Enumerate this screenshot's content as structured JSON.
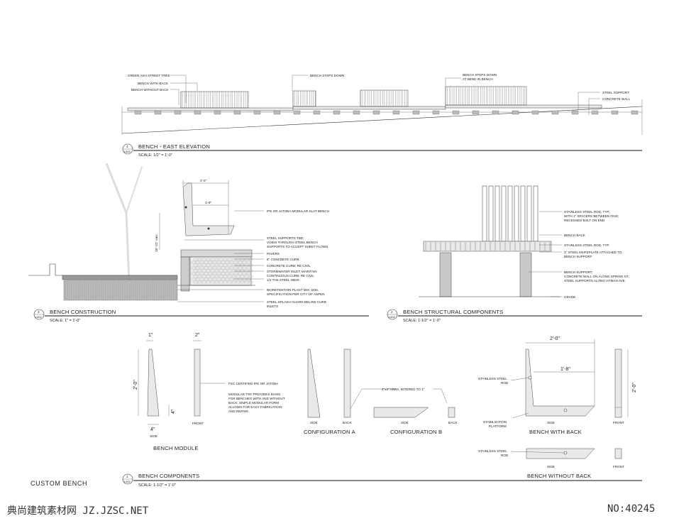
{
  "sheet": {
    "project_title": "CUSTOM BENCH"
  },
  "elevation": {
    "title": "BENCH - EAST ELEVATION",
    "scale": "SCALE: 1/2\" = 1'-0\"",
    "tag_top": "4",
    "tag_bottom": "L602",
    "notes": {
      "street_tree": "GREEN ASH STREET TREE",
      "bench_back": "BENCH WITH BACK",
      "bench_no_back": "BENCH WITHOUT BACK",
      "steps_down": "BENCH STEPS DOWN",
      "steps_bend_1": "BENCH STEPS DOWN",
      "steps_bend_2": "AT BEND IN BENCH",
      "steel_support": "STEEL SUPPORT",
      "concrete_wall": "CONCRETE WALL"
    }
  },
  "construction": {
    "title": "BENCH CONSTRUCTION",
    "scale": "SCALE: 1\" = 1'-0\"",
    "tag_top": "3",
    "tag_bottom": "L602",
    "dim_width": "2'-0\"",
    "dim_seat": "1'-8\"",
    "dim_height": "18\"-22\" vari.",
    "notes": {
      "ipe": "IPE OR JATOBA MODULAR SLAT BENCH",
      "supports_1": "STEEL SUPPORTS TBD;",
      "supports_2": "VOIDS THROUGH STEEL BENCH",
      "supports_3": "SUPPORTS TO ACCEPT SHEET FLOWS",
      "pavers": "PAVERS",
      "curb": "6\" CONCRETE CURB",
      "curb_civil": "CONCRETE CURB; RE CIVIL",
      "inlet_1": "STORMWATER INLET; MAINTAIN",
      "inlet_2": "CONTINUOUS CURB; RE CIVIL",
      "weir": "1/2 THK STEEL WEIR",
      "bio_1": "BIORETENTION PLANT MIX; SOIL",
      "bio_2": "SPECIFICATION PER CITY OF ASPEN",
      "splash_1": "STEEL SPLASH GUARD BELOW CURB",
      "splash_2": "INLETS"
    }
  },
  "structural": {
    "title": "BENCH STRUCTURAL COMPONENTS",
    "scale": "SCALE: 1-1/2\" = 1'-0\"",
    "tag_top": "2",
    "tag_bottom": "L602",
    "notes": {
      "rod_1": "STAINLESS STEEL ROD, TYP.;",
      "rod_2": "WITH 1\" SPACERS BETWEEN FINS;",
      "rod_3": "RECESSED BOLT  ON END",
      "back": "BENCH BACK",
      "rod_typ": "STAINLESS STEEL ROD, TYP.",
      "knife_1": "1\" STEEL KNIFEPLATE ATTACHED TO",
      "knife_2": "BENCH SUPPORT",
      "support_1": "BENCH SUPPORT;",
      "support_2": "CONCRETE WALL ON ALONG SPRING ST.;",
      "support_3": "STEEL SUPPORTS ALONG HYMAN AVE.",
      "grade": "GRADE"
    }
  },
  "components": {
    "title": "BENCH COMPONENTS",
    "scale": "SCALE: 1-1/2\" = 1'-0\"",
    "tag_top": "1",
    "tag_bottom": "L602",
    "module": {
      "dim_1in": "1\"",
      "dim_2in": "2\"",
      "dim_2ft": "2'-0\"",
      "dim_4in_a": "4\"",
      "dim_4in_b": "4\"",
      "side": "SIDE",
      "front": "FRONT",
      "caption": "BENCH MODULE",
      "note_fsc": "FSC CERTIFIED IPE OR JATOBA",
      "note_1": "MODULAR 'FIN' PROVIDES BASIS",
      "note_2": "FOR BENCHES WITH AND WITHOUT",
      "note_3": "BACK. SIMPLE MODULAR FORM",
      "note_4": "ALLOWS FOR EASY FABRICATION",
      "note_5": "AND REPAIR."
    },
    "config_a": {
      "side": "SIDE",
      "back": "BACK",
      "caption": "CONFIGURATION A"
    },
    "config_b": {
      "note": "4\"x4\" AREA, MITERED TO 1\"",
      "side": "SIDE",
      "back": "BACK",
      "caption": "CONFIGURATION B"
    },
    "with_back": {
      "dim_width": "2'-0\"",
      "dim_seat": "1'-8\"",
      "dim_height": "2'-0\"",
      "rod_1": "STAINLESS STEEL",
      "rod_2": "ROD",
      "plat_1": "STABILIZATION",
      "plat_2": "PLATFORM",
      "side": "SIDE",
      "front": "FRONT",
      "caption": "BENCH WITH BACK"
    },
    "without_back": {
      "rod_1": "STAINLESS STEEL",
      "rod_2": "ROD",
      "side": "SIDE",
      "front": "FRONT",
      "caption": "BENCH WITHOUT BACK"
    }
  },
  "watermark": {
    "left": "典尚建筑素材网 JZ.JZSC.NET",
    "right": "NO:40245"
  }
}
